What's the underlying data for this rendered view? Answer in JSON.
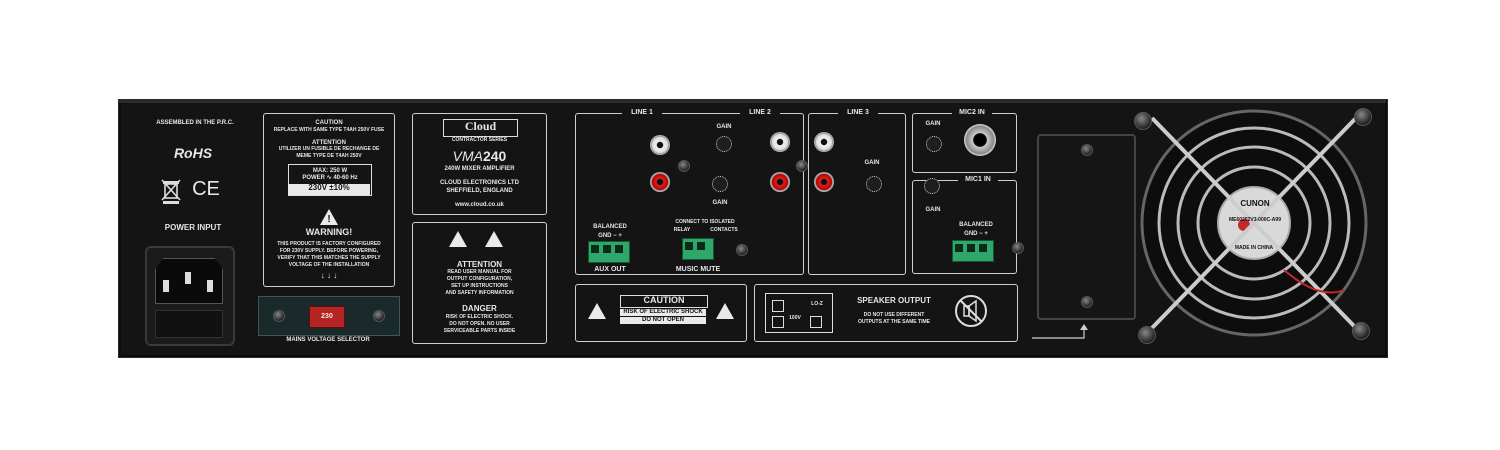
{
  "left": {
    "assembled": "ASSEMBLED IN THE P.R.C.",
    "rohs": "RoHS",
    "ce": "CE",
    "power_input": "POWER INPUT",
    "mains_voltage_selector": "MAINS VOLTAGE SELECTOR",
    "selector_value": "230"
  },
  "fuse_label": {
    "caution_title": "CAUTION",
    "caution_line": "REPLACE WITH SAME TYPE T4AH 250V FUSE",
    "attention_title": "ATTENTION",
    "attention_line1": "UTILIZER UN FUSIBLE DE RECHANGE DE",
    "attention_line2": "MEME TYPE DE T4AH 250V",
    "max": "MAX: 250 W",
    "power": "POWER ∿ 40-60 Hz",
    "voltage": "230V ±10%",
    "warning": "WARNING!",
    "warn_text1": "THIS PRODUCT IS FACTORY CONFIGURED",
    "warn_text2": "FOR 230V SUPPLY. BEFORE POWERING,",
    "warn_text3": "VERIFY THAT THIS MATCHES THE SUPPLY",
    "warn_text4": "VOLTAGE OF THE INSTALLATION"
  },
  "brand": {
    "logo": "Cloud",
    "series": "CONTRACTOR SERIES",
    "model_prefix": "VMA",
    "model_number": "240",
    "desc": "240W MIXER AMPLIFIER",
    "company": "CLOUD ELECTRONICS LTD",
    "city": "SHEFFIELD, ENGLAND",
    "url": "www.cloud.co.uk"
  },
  "attention_panel": {
    "attention": "ATTENTION",
    "att1": "READ USER MANUAL FOR",
    "att2": "OUTPUT CONFIGURATION,",
    "att3": "SET UP INSTRUCTIONS",
    "att4": "AND SAFETY INFORMATION",
    "danger": "DANGER",
    "d1": "RISK OF ELECTRIC SHOCK.",
    "d2": "DO NOT OPEN. NO USER",
    "d3": "SERVICEABLE PARTS INSIDE"
  },
  "inputs": {
    "line1": "LINE 1",
    "line2": "LINE 2",
    "line3": "LINE 3",
    "gain": "GAIN",
    "balanced": "BALANCED",
    "gnd_pins": "GND  −  +",
    "aux_out": "AUX OUT",
    "connect": "CONNECT TO ISOLATED",
    "relay": "RELAY",
    "contacts": "CONTACTS",
    "music_mute": "MUSIC MUTE",
    "mic2_in": "MIC2 IN",
    "mic1_in": "MIC1 IN"
  },
  "caution_panel": {
    "caution": "CAUTION",
    "l1": "RISK OF ELECTRIC SHOCK",
    "l2": "DO NOT OPEN"
  },
  "speaker": {
    "title": "SPEAKER OUTPUT",
    "note1": "DO NOT USE DIFFERENT",
    "note2": "OUTPUTS AT THE SAME TIME",
    "v100": "100V",
    "loz": "LO-Z"
  },
  "fan": {
    "brand": "CUNON",
    "model": "ME60252V3-000C-A99",
    "made": "MADE IN CHINA"
  }
}
